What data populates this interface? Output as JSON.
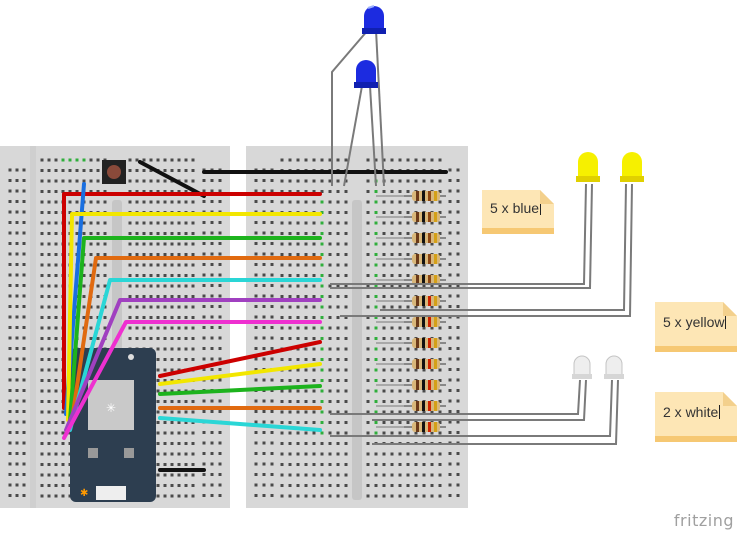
{
  "notes": {
    "blue": "5 x blue",
    "yellow": "5 x yellow",
    "white": "2 x white"
  },
  "watermark": "fritzing",
  "colors": {
    "board": "#d6d6d6",
    "hole": "#4a4a4a",
    "hole_active": "#2fae3b",
    "red": "#cc0000",
    "yellow": "#f2e600",
    "green": "#1db31d",
    "orange": "#e06a10",
    "cyan": "#2ad6d6",
    "purple": "#a040c0",
    "magenta": "#ee30d0",
    "blue": "#1a6fe0",
    "black": "#111111",
    "grey_lead": "#7a7a7a",
    "led_blue": "#1c2be0",
    "led_yellow": "#f6f000",
    "led_white": "#e8e8e8"
  },
  "components": {
    "blue_leds": 2,
    "yellow_leds": 2,
    "white_leds": 2,
    "resistors": 12,
    "button": "push-button",
    "microcontroller": "particle-photon"
  }
}
